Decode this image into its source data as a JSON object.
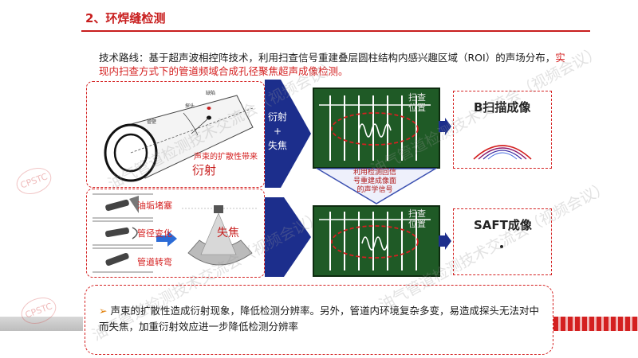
{
  "header": {
    "title": "2、环焊缝检测"
  },
  "route": {
    "text": "技术路线：基于超声波相控阵技术，利用扫查信号重建叠层圆柱结构内感兴趣区域（ROI）的声场分布，",
    "highlight": "实现内扫查方式下的管道频域合成孔径聚焦超声成像检测。"
  },
  "left_panel": {
    "pipe_label_1": "缺陷",
    "pipe_label_2": "探头",
    "pipe_label_3": "管壁",
    "beam_caption": "声束的扩散性带来",
    "diffraction": "衍射",
    "obstacle_1": "油垢堵塞",
    "obstacle_2": "管径变化",
    "obstacle_3": "管道转弯",
    "defocus": "失焦"
  },
  "arrows": {
    "right_arrow_label_1": "衍射",
    "right_arrow_label_2": "+",
    "right_arrow_label_3": "失焦",
    "down_arrow_label": "利用检测回信号重建成像面的声学信号"
  },
  "panels": {
    "scan_position": "扫查位置"
  },
  "results": {
    "b_scan": "B扫描成像",
    "saft": "SAFT成像"
  },
  "conclusion": {
    "text": "声束的扩散性造成衍射现象，降低检测分辨率。另外，管道内环境复杂多变，易造成探头无法对中而失焦，加重衍射效应进一步降低检测分辨率"
  },
  "watermarks": {
    "text": "油气管道检测技术交流会（视频会议）",
    "logo": "CPSTC"
  },
  "colors": {
    "accent_red": "#c81e1e",
    "arrow_blue": "#1c2e8c",
    "panel_green": "#1f5a26",
    "bullet_orange": "#e07b00"
  }
}
